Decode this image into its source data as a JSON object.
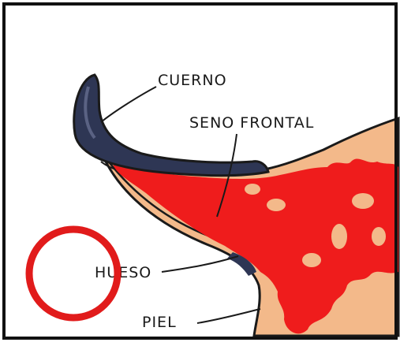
{
  "diagram": {
    "labels": {
      "horn": "CUERNO",
      "frontal_sinus": "SENO FRONTAL",
      "bone": "HUESO",
      "skin": "PIEL"
    },
    "colors": {
      "border": "#111111",
      "skin_tan": "#f3b98a",
      "sinus_red": "#ef1c1c",
      "horn_navy": "#2e3654",
      "outline": "#1a1a1a",
      "highlight_circle": "#e11b1b"
    }
  }
}
